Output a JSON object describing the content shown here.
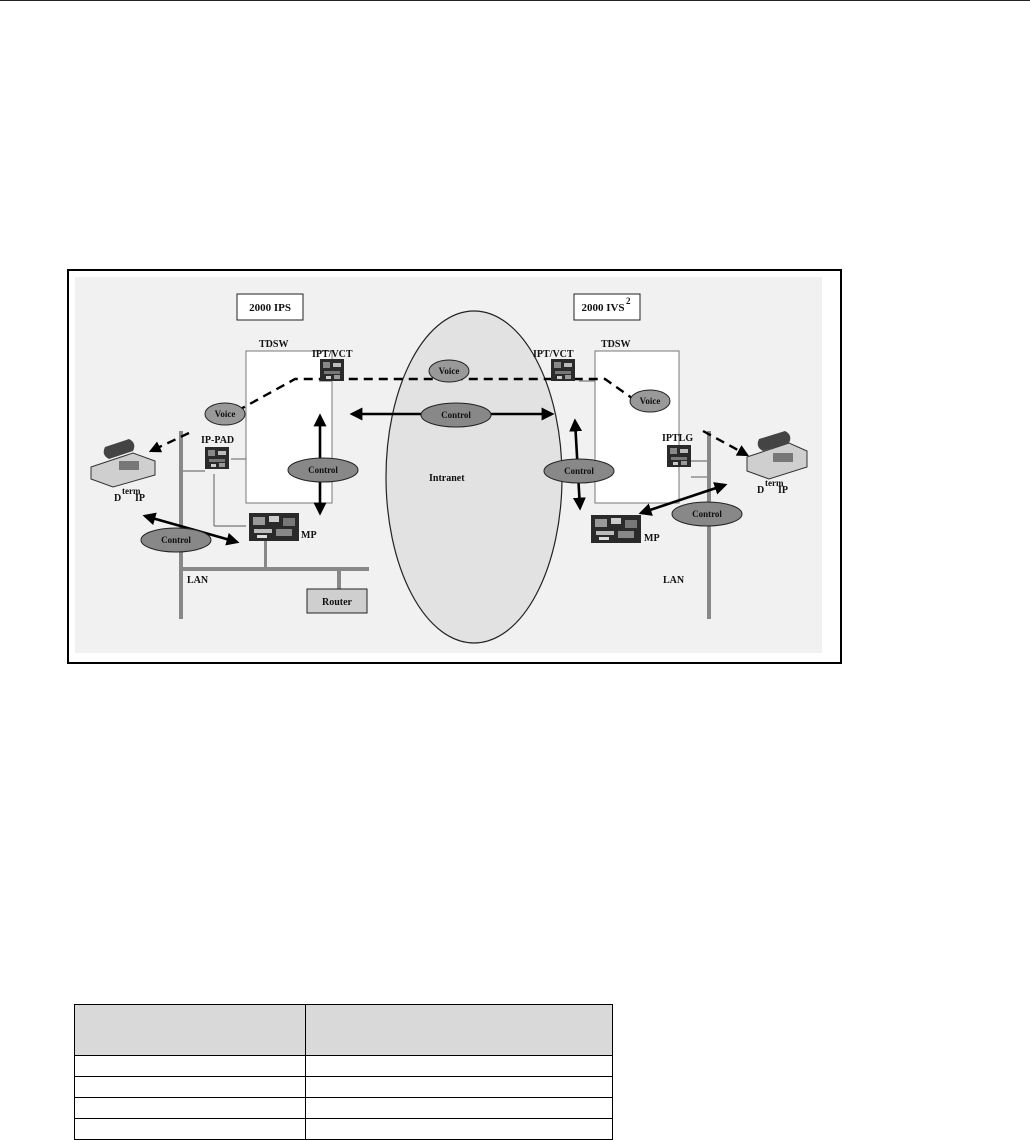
{
  "diagram": {
    "system_left": "2000 IPS",
    "system_right_base": "2000 IVS",
    "system_right_sup": "2",
    "tdsw_left": "TDSW",
    "tdsw_right": "TDSW",
    "iptvct_left": "IPT/VCT",
    "iptvct_right": "IPT/VCT",
    "ippad": "IP-PAD",
    "iptlg": "IPTLG",
    "mp_left": "MP",
    "mp_right": "MP",
    "lan_left": "LAN",
    "lan_right": "LAN",
    "router": "Router",
    "intranet": "Intranet",
    "phone_left_a": "D",
    "phone_left_sup": "term",
    "phone_left_b": "IP",
    "phone_right_a": "D",
    "phone_right_sup": "term",
    "phone_right_b": "IP",
    "voice_label": "Voice",
    "control_label": "Control"
  },
  "table": {
    "headers": [
      "",
      ""
    ],
    "rows": [
      [
        "",
        ""
      ],
      [
        "",
        ""
      ],
      [
        "",
        ""
      ],
      [
        "",
        ""
      ]
    ]
  }
}
